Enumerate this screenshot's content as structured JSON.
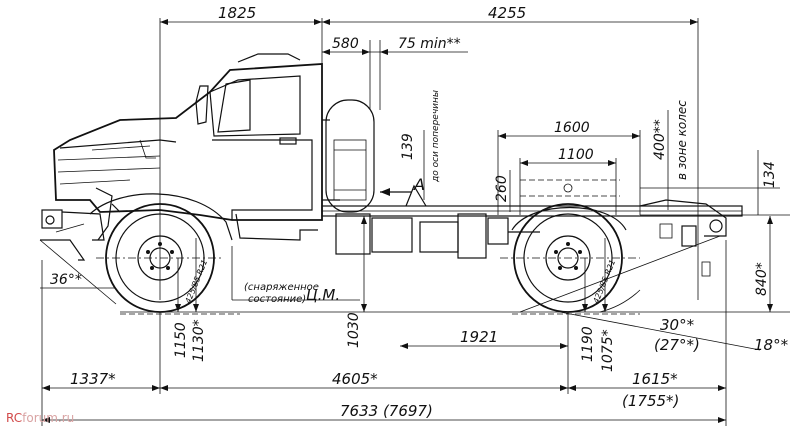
{
  "dimensions": {
    "front_overhang_top": "1825",
    "rear_section_top": "4255",
    "cab_gap": "580",
    "cab_gap_min": "75 min**",
    "crossmember": "139",
    "crossmember_note": "до оси поперечины",
    "frame_height": "260",
    "top_1600": "1600",
    "top_1100": "1100",
    "dim_400": "400**",
    "dim_400_note": "в зоне колес",
    "dim_134": "134",
    "approach_angle": "36°*",
    "departure_angle": "30°*",
    "departure_angle_alt": "(27°*)",
    "ramp_angle": "18°*",
    "rear_height": "840*",
    "front_h1": "1150",
    "front_h2": "1130*",
    "frame_1030": "1030",
    "mid_1921": "1921",
    "rear_h1": "1190",
    "rear_h2": "1075*",
    "front_overhang": "1337*",
    "wheelbase": "4605*",
    "rear_overhang": "1615*",
    "rear_overhang_alt": "(1755*)",
    "total_length": "7633 (7697)",
    "tire_front": "425/85 R21",
    "tire_rear": "425/85 R21",
    "view_letter": "A"
  },
  "notes": {
    "loaded_line1": "(снаряженное",
    "loaded_line2": "состояние)",
    "cm_label": "Ц.М."
  },
  "watermark": {
    "red": "RC",
    "rest": "forum.ru"
  }
}
